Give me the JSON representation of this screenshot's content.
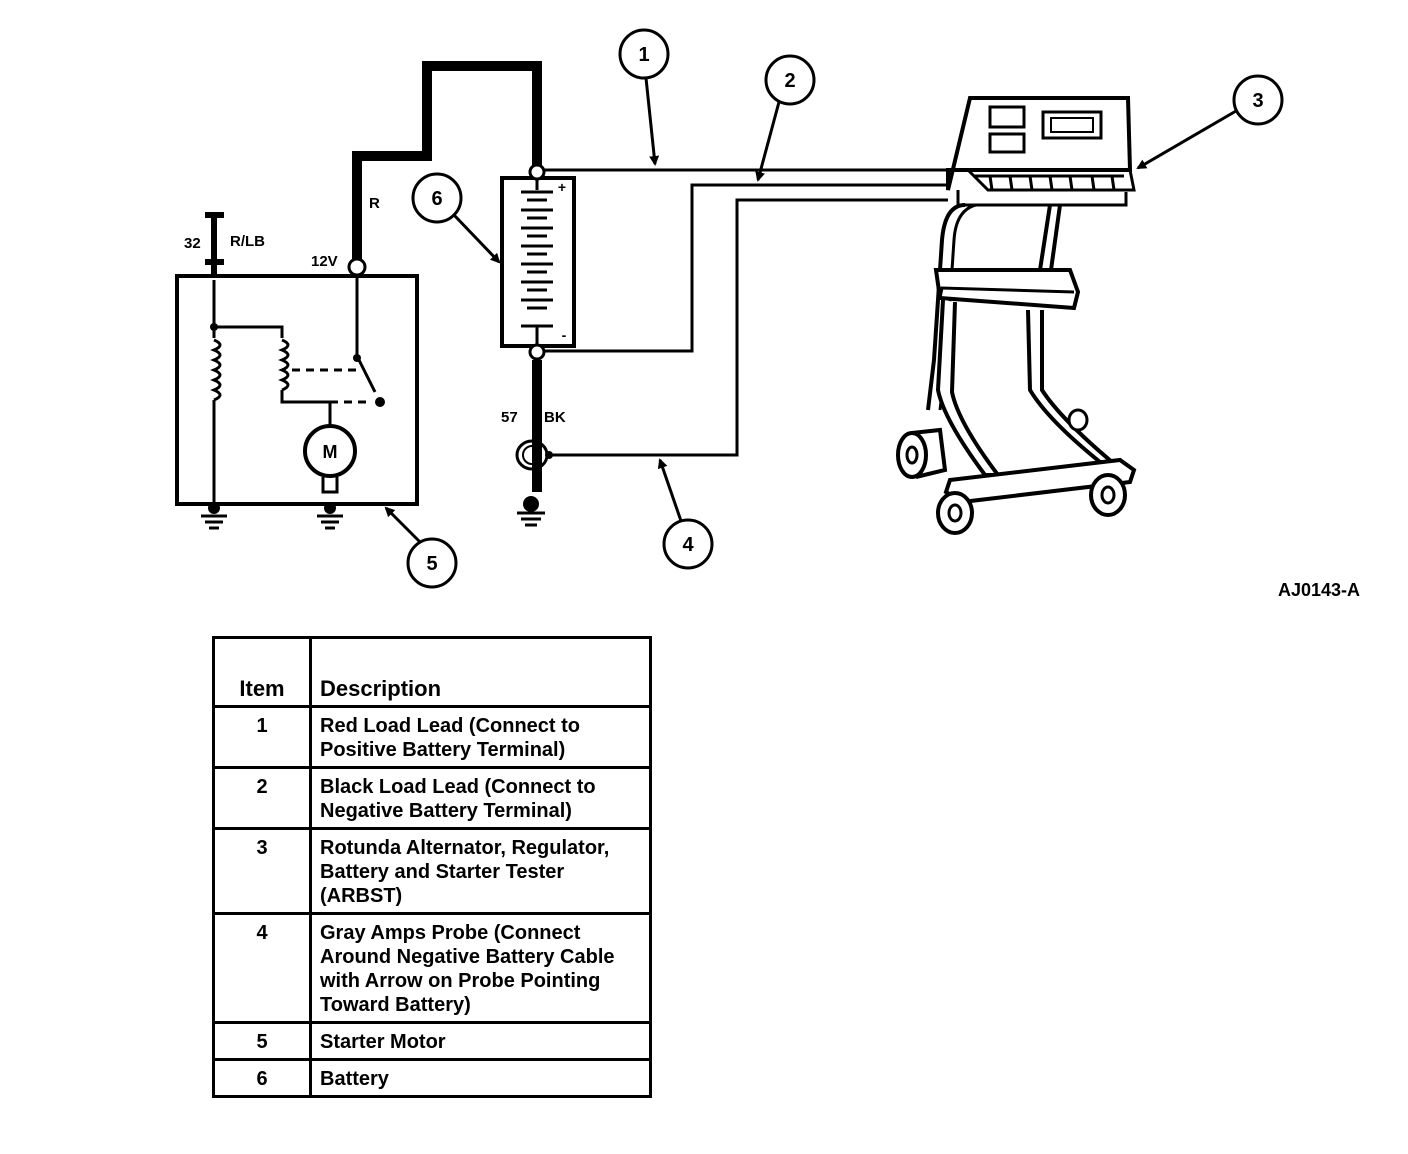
{
  "figure_id": "AJ0143-A",
  "wire_labels": {
    "circuit_32": "32",
    "wire_r_lb": "R/LB",
    "terminal_12v": "12V",
    "wire_r": "R",
    "circuit_57": "57",
    "wire_bk": "BK",
    "motor": "M",
    "battery_positive": "+",
    "battery_negative": "-"
  },
  "callouts": [
    "1",
    "2",
    "3",
    "4",
    "5",
    "6"
  ],
  "table": {
    "headers": {
      "item": "Item",
      "description": "Description"
    },
    "rows": [
      {
        "item": "1",
        "description": "Red Load Lead (Connect to Positive Battery Terminal)"
      },
      {
        "item": "2",
        "description": "Black Load Lead (Connect to Negative Battery Terminal)"
      },
      {
        "item": "3",
        "description": "Rotunda Alternator, Regulator, Battery and Starter Tester (ARBST)"
      },
      {
        "item": "4",
        "description": "Gray Amps Probe (Connect Around Negative Battery Cable with Arrow on Probe Pointing Toward Battery)"
      },
      {
        "item": "5",
        "description": "Starter Motor"
      },
      {
        "item": "6",
        "description": "Battery"
      }
    ]
  }
}
